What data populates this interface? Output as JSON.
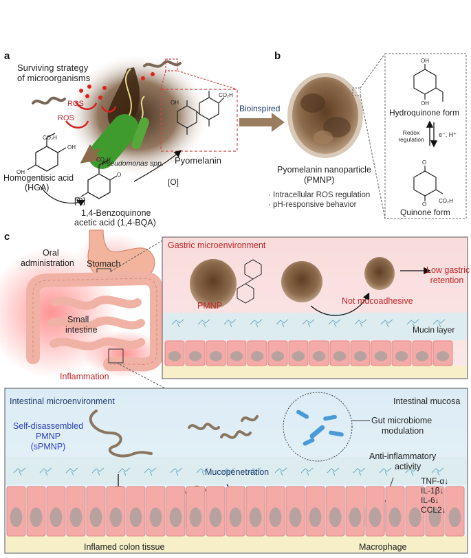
{
  "panel_a": {
    "letter": "a",
    "strategy_line1": "Surviving strategy",
    "strategy_line2": "of microorganisms",
    "ros_top": "ROS",
    "ros_left": "ROS",
    "hga_name": "Homogentisic acid",
    "hga_abbr": "(HGA)",
    "oxid_left": "[O]",
    "oxid_right": "[O]",
    "bqa_name": "1,4-Benzoquinone",
    "bqa_abbr": "acetic acid (1,4-BQA)",
    "pseudomonas": "Pseudomonas spp.",
    "pyomelanin": "Pyomelanin",
    "bioinspired": "Bioinspired",
    "chem_labels": {
      "oh": "OH",
      "co2h": "CO₂H",
      "o": "O"
    }
  },
  "panel_b": {
    "letter": "b",
    "pmnp_name": "Pyomelanin nanoparticle",
    "pmnp_abbr": "(PMNP)",
    "bullet1": "· Intracellular ROS regulation",
    "bullet2": "· pH-responsive behavior",
    "hydroquinone": "Hydroquinone form",
    "redox1": "Redox",
    "redox2": "regulation",
    "electron": "e⁻, H⁺",
    "quinone": "Quinone form"
  },
  "panel_c": {
    "letter": "c",
    "oral1": "Oral",
    "oral2": "administration",
    "stomach": "Stomach",
    "small1": "Small",
    "small2": "intestine",
    "inflammation": "Inflammation",
    "gastric_title": "Gastric microenvironment",
    "pmnp": "PMNP",
    "not_mucoadhesive": "Not mucoadhesive",
    "low1": "Low gastric",
    "low2": "retention",
    "mucin": "Mucin layer",
    "intestinal_title": "Intestinal microenvironment",
    "mucosa": "Intestinal mucosa",
    "spmnp1": "Self-disassembled",
    "spmnp2": "PMNP",
    "spmnp3": "(sPMNP)",
    "gut1": "Gut microbiome",
    "gut2": "modulation",
    "anti1": "Anti-inflammatory",
    "anti2": "activity",
    "mucopen": "Mucopenetration",
    "cytokines": [
      "TNF-α↓",
      "IL-1β↓",
      "IL-6↓",
      "CCL2↓"
    ],
    "inflamed": "Inflamed colon tissue",
    "macrophage": "Macrophage"
  },
  "colors": {
    "accent_red": "#c0262a",
    "accent_blue": "#2b3fb8",
    "bacteria_green": "#3f9b2e",
    "cell_pink": "#f2a3a0",
    "mucin_bg": "#dcecef",
    "nanoparticle_brown": "#7a5a40"
  }
}
